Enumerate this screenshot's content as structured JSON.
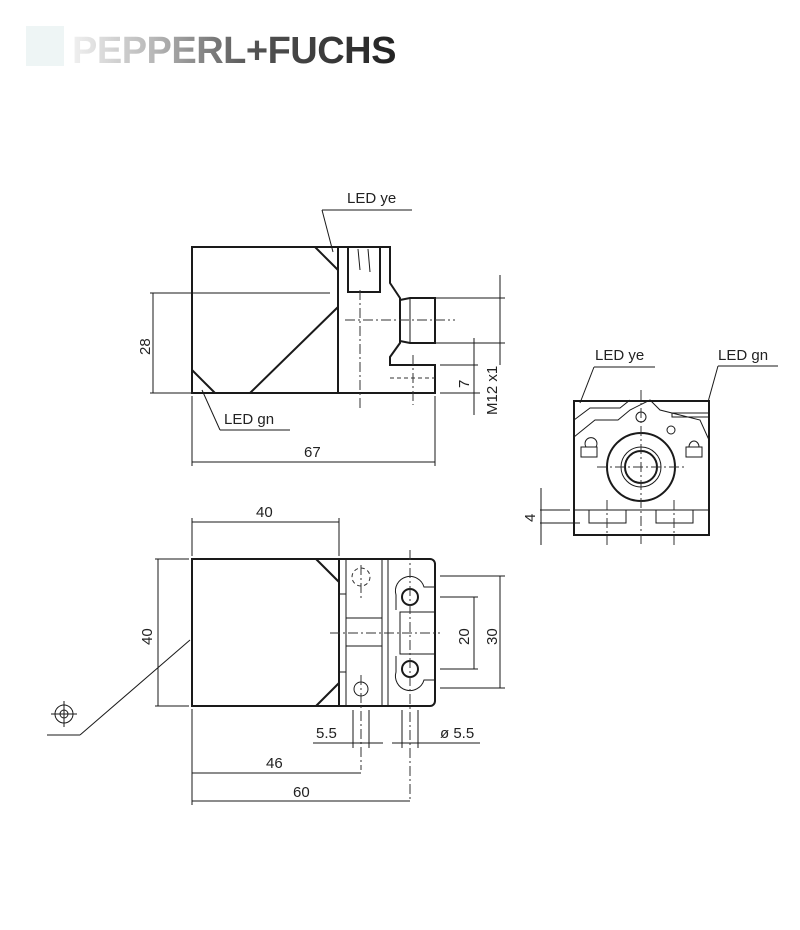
{
  "brand": {
    "name": "PEPPERL+FUCHS"
  },
  "side_view": {
    "led_ye": "LED ye",
    "led_gn": "LED gn",
    "dim_height": "28",
    "dim_length": "67",
    "dim_offset": "7",
    "dim_thread": "M12 x1"
  },
  "end_view": {
    "led_ye": "LED ye",
    "led_gn": "LED gn",
    "dim_step": "4"
  },
  "top_view": {
    "dim_body_length": "40",
    "dim_width": "40",
    "dim_hole_spacing": "20",
    "dim_outer": "30",
    "dim_slot": "5.5",
    "dim_hole_dia": "ø 5.5",
    "dim_hole_pos": "46",
    "dim_total": "60"
  }
}
